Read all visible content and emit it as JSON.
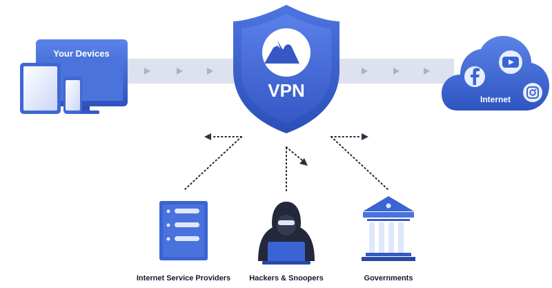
{
  "devices": {
    "label": "Your Devices",
    "icon": "devices-icon"
  },
  "vpn": {
    "label": "VPN",
    "icon": "shield-mountain-icon"
  },
  "internet": {
    "label": "Internet",
    "icons": [
      "facebook-icon",
      "youtube-icon",
      "instagram-icon"
    ]
  },
  "threats": [
    {
      "label": "Internet Service Providers",
      "icon": "server-icon"
    },
    {
      "label": "Hackers & Snoopers",
      "icon": "hacker-icon"
    },
    {
      "label": "Governments",
      "icon": "government-building-icon"
    }
  ],
  "colors": {
    "primary": "#3a64d3",
    "primary_dark": "#2748a8",
    "primary_light": "#5f86ec",
    "track": "#dde2ee",
    "arrow": "#a9b1c6",
    "dots": "#1f2433",
    "text": "#111a2e"
  }
}
